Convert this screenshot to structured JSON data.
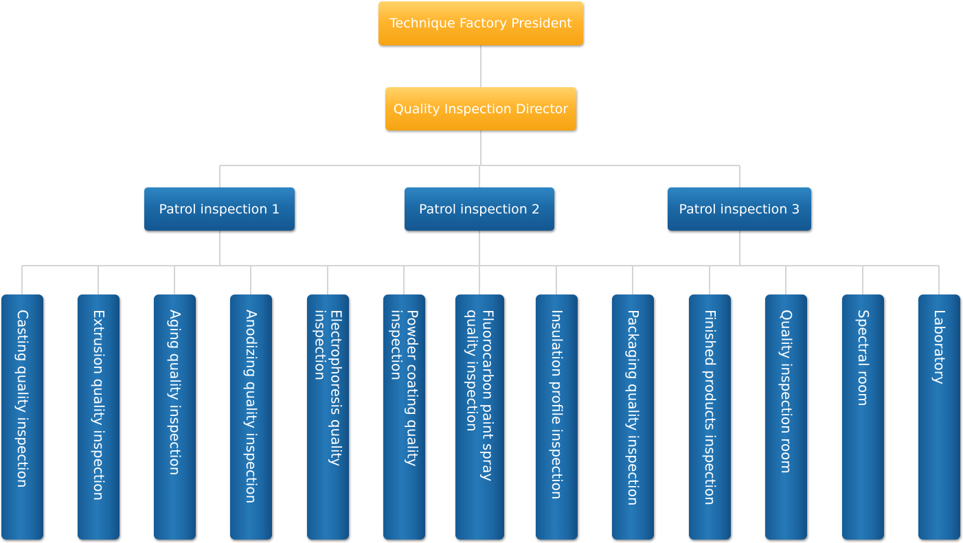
{
  "top": {
    "president": "Technique Factory President",
    "director": "Quality Inspection Director"
  },
  "patrols": [
    "Patrol inspection 1",
    "Patrol inspection 2",
    "Patrol inspection 3"
  ],
  "units": [
    "Casting quality inspection",
    "Extrusion quality inspection",
    "Aging quality inspection",
    "Anodizing quality inspection",
    "Electrophoresis quality inspection",
    "Powder coating quality inspection",
    "Fluorocarbon paint spray\nquality inspection",
    "Insulation profile inspection",
    "Packaging quality inspection",
    "Finished products inspection",
    "Quality inspection room",
    "Spectral room",
    "Laboratory"
  ],
  "colors": {
    "top_level": "#ffb52e",
    "lower_levels": "#1c6aa7",
    "connector": "#d4d4d4"
  }
}
